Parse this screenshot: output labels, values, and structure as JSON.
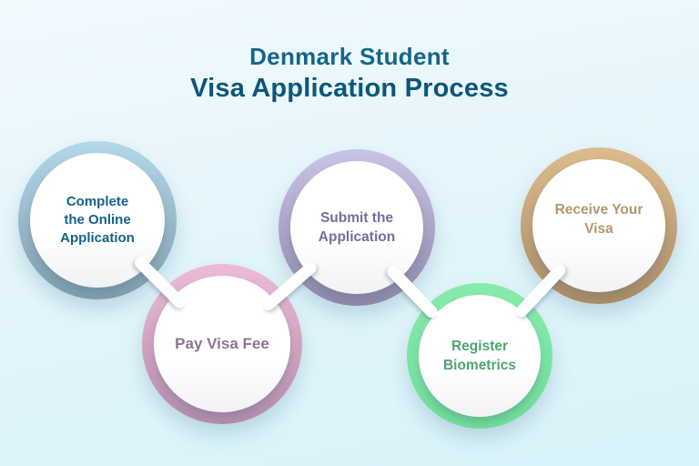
{
  "background": {
    "gradient_top": "#f2fafe",
    "gradient_bottom": "#d7f3f9"
  },
  "title": {
    "line1": "Denmark Student",
    "line2": "Visa Application Process",
    "color": "#0d567a"
  },
  "steps": [
    {
      "name": "complete-online-application",
      "label": "Complete the Online Application",
      "lines": [
        "Complete",
        "the Online",
        "Application"
      ],
      "ring_color_top": "#b3d8ea",
      "ring_color_bottom": "#7d9dad",
      "text_color": "#16618a"
    },
    {
      "name": "pay-visa-fee",
      "label": "Pay Visa Fee",
      "lines": [
        "Pay Visa Fee"
      ],
      "ring_color_top": "#eebad9",
      "ring_color_bottom": "#b38cab",
      "text_color": "#8c7493"
    },
    {
      "name": "submit-application",
      "label": "Submit the Application",
      "lines": [
        "Submit the",
        "Application"
      ],
      "ring_color_top": "#c9c4e6",
      "ring_color_bottom": "#8e87a9",
      "text_color": "#73709a"
    },
    {
      "name": "register-biometrics",
      "label": "Register Biometrics",
      "lines": [
        "Register",
        "Biometrics"
      ],
      "ring_color_top": "#87ebac",
      "ring_color_bottom": "#6fdd99",
      "text_color": "#4ca571"
    },
    {
      "name": "receive-visa",
      "label": "Receive Your Visa",
      "lines": [
        "Receive Your",
        "Visa"
      ],
      "ring_color_top": "#dcbb8e",
      "ring_color_bottom": "#aa8c63",
      "text_color": "#b5976d"
    }
  ],
  "connectors": [
    {
      "from": "complete-online-application",
      "to": "pay-visa-fee"
    },
    {
      "from": "pay-visa-fee",
      "to": "submit-application"
    },
    {
      "from": "submit-application",
      "to": "register-biometrics"
    },
    {
      "from": "register-biometrics",
      "to": "receive-visa"
    }
  ]
}
